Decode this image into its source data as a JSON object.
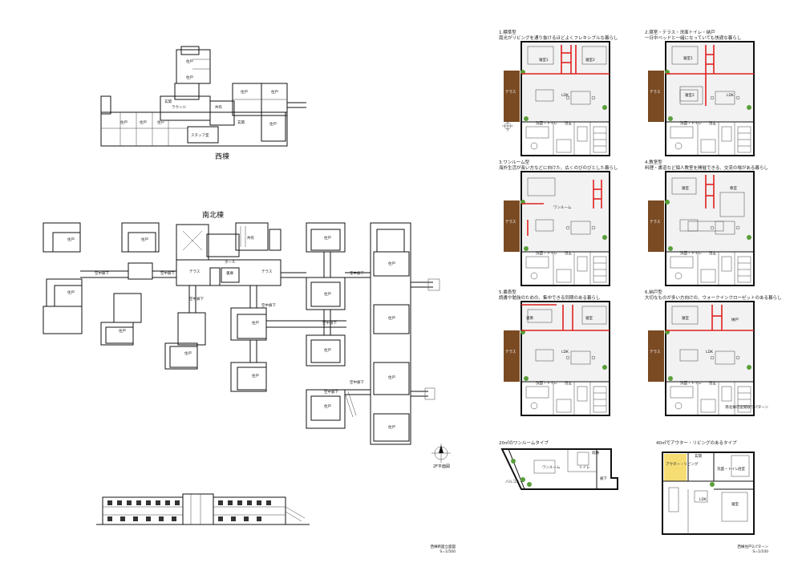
{
  "site": {
    "west_wing_label": "西棟",
    "south_north_wing_label": "南北棟",
    "north_arrow_label": "2F平面図",
    "site_caption_line1": "西棟断面立面図",
    "site_caption_line2": "S=1/500"
  },
  "site_rooms": {
    "jukyo": "住戸",
    "lounge": "ラウンジ",
    "genkan": "玄関",
    "kyoyu": "共有",
    "staff_room": "スタッフ室",
    "sora_rouka": "空中廊下",
    "terrace": "テラス",
    "hall": "ホール",
    "shoko": "書庫"
  },
  "variations": {
    "caption": "南北棟可変間取りパターン",
    "items": [
      {
        "title": "1.標準型",
        "desc": "南光がリビングを通り抜けるほどよくフレキシブルな暮らし"
      },
      {
        "title": "2.寝室・テラス・洗面トイレ・納戸",
        "desc": "一日中ベッドと一緒になっていても快適な暮らし"
      },
      {
        "title": "3.ワンルーム型",
        "desc": "海外生活が長い方などに向けた、広くのびのびとした暮らし"
      },
      {
        "title": "4.教室型",
        "desc": "料理・書道など個人教室を開催できる、交流の場がある暮らし"
      },
      {
        "title": "5.書斎型",
        "desc": "読書や勉強のための、集中できる同期のある暮らし"
      },
      {
        "title": "6.納戸型",
        "desc": "大切なものが多い方向けの、ウォークインクローゼットのある暮らし"
      }
    ]
  },
  "west_units": {
    "caption_line1": "西棟住戸2パターン",
    "caption_line2": "S=1/100",
    "type_a_title": "20㎡のワンルームタイプ",
    "type_b_title": "40㎡でアウター・リビングのあるタイプ"
  },
  "room_labels": {
    "shinshitsu1": "寝室1",
    "shinshitsu2": "寝室2",
    "shinshitsu": "寝室",
    "ldk": "LDK",
    "terrace": "テラス",
    "senmen_toilet": "洗面・トイレ",
    "yokushitsu": "浴室",
    "oneroom": "ワンルーム",
    "kyoshitsu": "教室",
    "shosai": "書斎",
    "nando": "納戸",
    "balcony": "バルコニー",
    "rouka": "廊下",
    "toilet": "トイレ",
    "genkan": "玄関",
    "outer_living": "アウター・リビング",
    "shuno": "収納"
  }
}
